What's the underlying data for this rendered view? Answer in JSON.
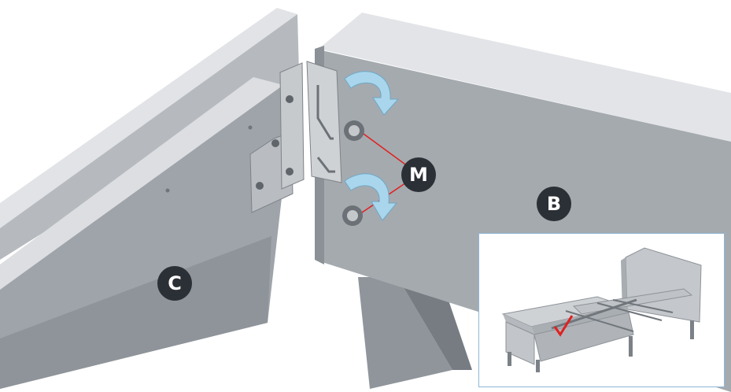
{
  "diagram": {
    "callouts": {
      "fastener": "M",
      "rail_right": "B",
      "rail_left": "C"
    },
    "colors": {
      "callout_fill": "#2b2f36",
      "arrow_fill": "#a9d6ec",
      "leader_line": "#e02020",
      "check_mark": "#e02020",
      "rail_face": "#9ea3a9",
      "rail_top": "#dfe1e4",
      "bracket": "#c8cbcf",
      "inset_border": "#8fb6d6"
    },
    "icons": [
      "rotate-arrow-icon",
      "check-icon"
    ]
  }
}
